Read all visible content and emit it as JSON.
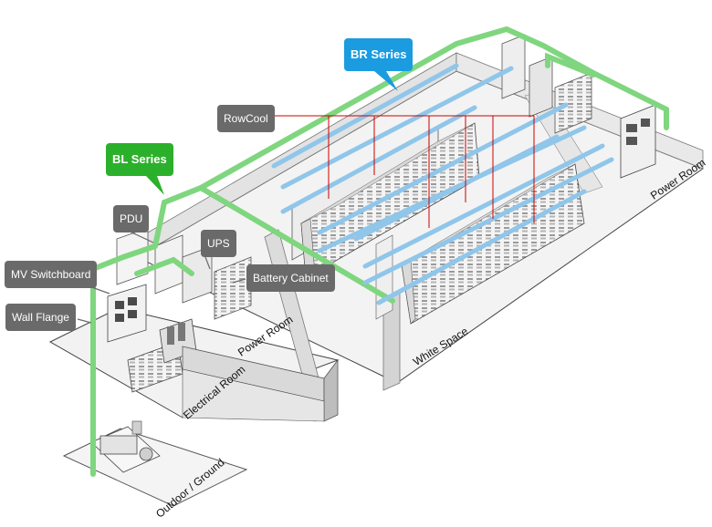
{
  "callouts": {
    "br_series": "BR Series",
    "bl_series": "BL Series",
    "rowcool": "RowCool",
    "pdu": "PDU",
    "ups": "UPS",
    "battery_cabinet": "Battery Cabinet",
    "mv_switchboard": "MV Switchboard",
    "wall_flange": "Wall Flange"
  },
  "rooms": {
    "power_room_right": "Power Room",
    "power_room_left": "Power Room",
    "white_space": "White Space",
    "electrical_room": "Electrical Room",
    "outdoor_ground": "Outdoor / Ground"
  },
  "colors": {
    "busway_green": "#7fd67f",
    "busway_blue": "#8fc6ea",
    "callout_gray": "#6a6a6a",
    "bl_green": "#2bb02b",
    "br_blue": "#1b9be0",
    "cable_red": "#cc0000"
  }
}
